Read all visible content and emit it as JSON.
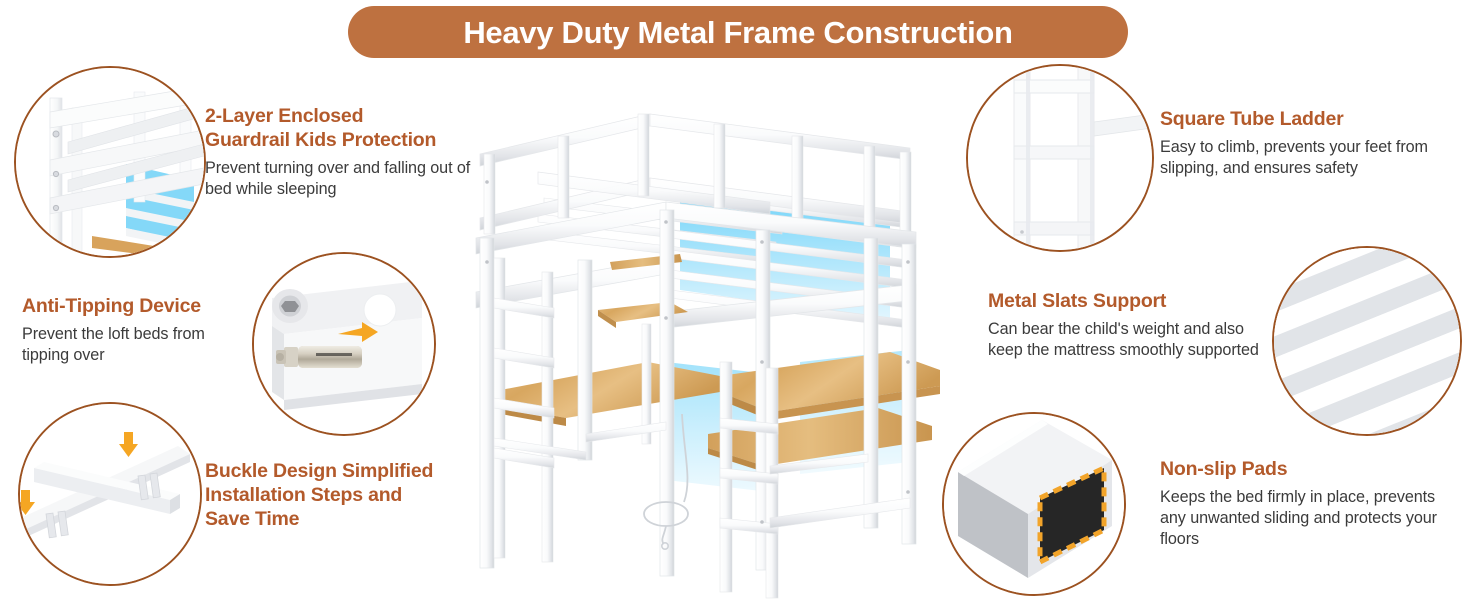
{
  "header": {
    "title": "Heavy Duty Metal Frame Construction",
    "banner_color": "#BE7140",
    "title_color": "#FFFFFF"
  },
  "theme": {
    "heading_color": "#B35A2B",
    "body_color": "#3B3B3B",
    "circle_stroke_color": "#9C5221",
    "accent_arrow_color": "#F5A623",
    "led_color": "#67D0F7",
    "wood_color": "#D9A963",
    "frame_color": "#FFFFFF"
  },
  "features": [
    {
      "id": "guardrail",
      "side": "left",
      "title": "2-Layer Enclosed Guardrail Kids Protection",
      "title_lines": [
        "2-Layer Enclosed",
        "Guardrail Kids Protection"
      ],
      "body": "Prevent turning over and falling out of bed while sleeping",
      "image_name": "guardrail-detail-photo"
    },
    {
      "id": "anti-tipping",
      "side": "left",
      "title": "Anti-Tipping Device",
      "title_lines": [
        "Anti-Tipping Device"
      ],
      "body": "Prevent the loft beds from tipping over",
      "image_name": "anti-tipping-anchor-photo"
    },
    {
      "id": "buckle",
      "side": "left",
      "title": "Buckle Design Simplified Installation Steps and Save Time",
      "title_lines": [
        "Buckle Design Simplified",
        "Installation Steps and",
        "Save Time"
      ],
      "body": "",
      "image_name": "buckle-slats-photo"
    },
    {
      "id": "ladder",
      "side": "right",
      "title": "Square Tube Ladder",
      "title_lines": [
        "Square Tube Ladder"
      ],
      "body": "Easy to climb, prevents your feet from slipping, and ensures safety",
      "image_name": "square-tube-ladder-photo"
    },
    {
      "id": "slats",
      "side": "right",
      "title": "Metal Slats Support",
      "title_lines": [
        "Metal Slats Support"
      ],
      "body": "Can bear the child's weight and also keep the mattress smoothly supported",
      "image_name": "metal-slats-photo"
    },
    {
      "id": "nonslip",
      "side": "right",
      "title": "Non-slip Pads",
      "title_lines": [
        "Non-slip Pads"
      ],
      "body": "Keeps the bed firmly in place, prevents any unwanted sliding and protects your floors",
      "image_name": "non-slip-pad-photo"
    }
  ],
  "product": {
    "name": "White metal loft bed with L-shaped desk, ladder and LED lighting",
    "image_name": "loft-bed-product-render"
  }
}
